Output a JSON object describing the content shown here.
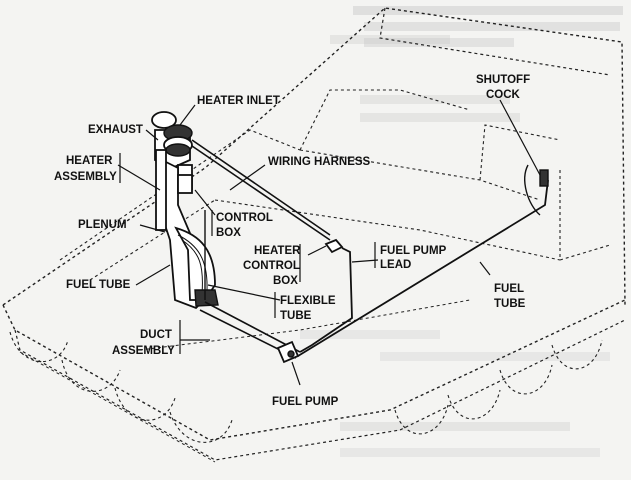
{
  "diagram": {
    "labels": {
      "heater_inlet": "HEATER INLET",
      "exhaust": "EXHAUST",
      "heater": "HEATER",
      "assembly": "ASSEMBLY",
      "plenum": "PLENUM",
      "fuel_tube_left": "FUEL TUBE",
      "wiring_harness": "WIRING HARNESS",
      "control": "CONTROL",
      "box": "BOX",
      "heater2": "HEATER",
      "control2": "CONTROL",
      "box2": "BOX",
      "fuel_pump_lead_1": "FUEL PUMP",
      "fuel_pump_lead_2": "LEAD",
      "flexible": "FLEXIBLE",
      "tube": "TUBE",
      "duct": "DUCT",
      "duct_assembly": "ASSEMBLY",
      "fuel_pump": "FUEL PUMP",
      "shutoff": "SHUTOFF",
      "cock": "COCK",
      "fuel": "FUEL",
      "fuel_tube_right": "TUBE"
    }
  }
}
